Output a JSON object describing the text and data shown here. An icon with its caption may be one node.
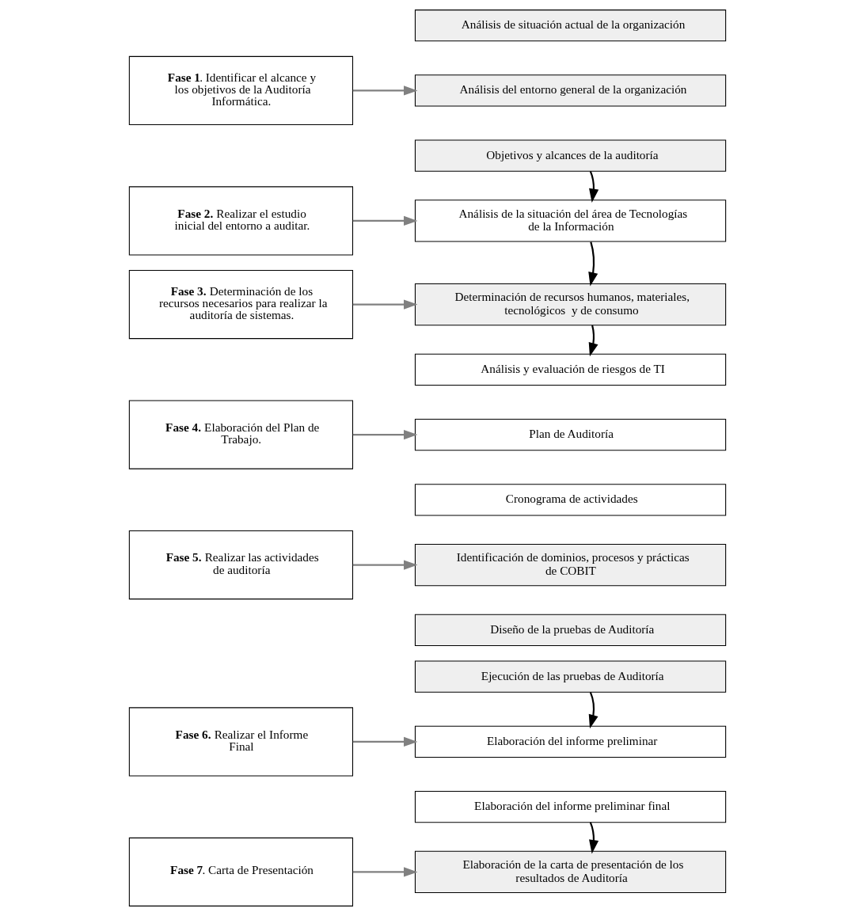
{
  "diagram": {
    "nodes": [
      {
        "text": [
          "**Fase 1**. Identificar el alcance y los objetivos de la Auditoría Informática."
        ]
      },
      {
        "text": [
          "Análisis de situación actual de la organización"
        ]
      },
      {
        "text": [
          "Análisis del entorno general de la organización"
        ]
      },
      {
        "text": [
          "Objetivos y alcances de la auditoría"
        ]
      },
      {
        "text": [
          "**Fase 2.** Realizar el estudio inicial del entorno a auditar."
        ]
      },
      {
        "text": [
          "Análisis de la situación del área de Tecnologías de la Información"
        ]
      },
      {
        "text": [
          "**Fase 3.** Determinación de los recursos necesarios para realizar la auditoría de sistemas."
        ]
      },
      {
        "text": [
          "Determinación de recursos humanos, materiales, tecnológicos  y de consumo"
        ]
      },
      {
        "text": [
          "**Fase 4.** Elaboración del Plan de Trabajo."
        ]
      },
      {
        "text": [
          "Análisis y evaluación de riesgos de TI"
        ]
      },
      {
        "text": [
          "Plan de Auditoría"
        ]
      },
      {
        "text": [
          "Cronograma de actividades"
        ]
      },
      {
        "text": [
          "**Fase 5.** Realizar las actividades de auditoría"
        ]
      },
      {
        "text": [
          "Identificación de dominios, procesos y prácticas de COBIT"
        ]
      },
      {
        "text": [
          "Diseño de la pruebas de Auditoría"
        ]
      },
      {
        "text": [
          "Ejecución de las pruebas de Auditoría"
        ]
      },
      {
        "text": [
          "**Fase 6.** Realizar el Informe Final"
        ]
      },
      {
        "text": [
          "Elaboración del informe preliminar"
        ]
      },
      {
        "text": [
          "Elaboración del informe preliminar final"
        ]
      },
      {
        "text": [
          "**Fase 7**. Carta de Presentación"
        ]
      },
      {
        "text": [
          "Elaboración de la carta de presentación de los resultados de Auditoría"
        ]
      }
    ],
    "edges": [
      {
        "from": 0,
        "to": 2,
        "arrow": "to"
      },
      {
        "from": 3,
        "to": 5,
        "arrow": "to",
        "color": "#000000"
      },
      {
        "from": 4,
        "to": 5,
        "arrow": "to"
      },
      {
        "from": 5,
        "to": 7,
        "arrow": "to",
        "color": "#000000"
      },
      {
        "from": 6,
        "to": 7,
        "arrow": "to"
      },
      {
        "from": 7,
        "to": 9,
        "arrow": "to",
        "color": "#000000"
      },
      {
        "from": 8,
        "to": 10,
        "arrow": "to"
      },
      {
        "from": 12,
        "to": 13,
        "arrow": "to"
      },
      {
        "from": 15,
        "to": 17,
        "arrow": "to",
        "color": "#000000"
      },
      {
        "from": 16,
        "to": 17,
        "arrow": "to"
      },
      {
        "from": 18,
        "to": 20,
        "arrow": "to",
        "color": "#000000"
      },
      {
        "from": 19,
        "to": 20,
        "arrow": "to"
      }
    ]
  }
}
